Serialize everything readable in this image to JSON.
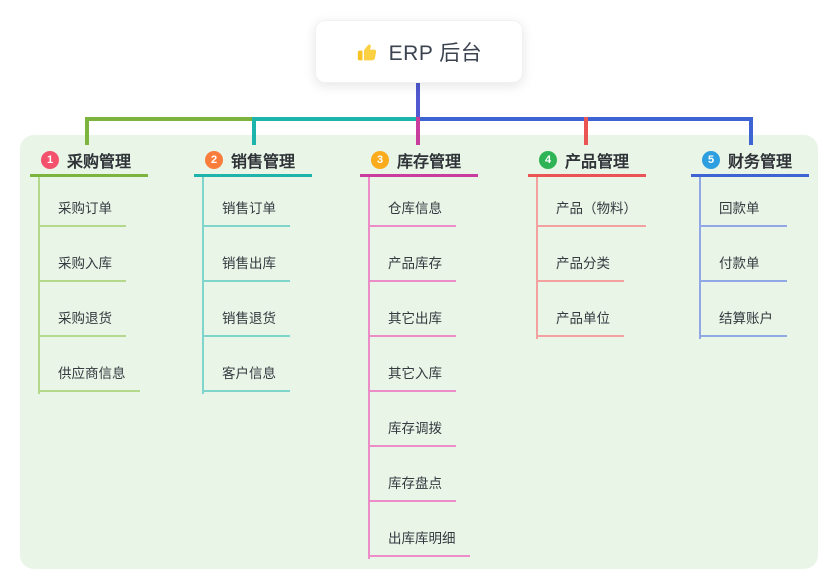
{
  "root": {
    "label": "ERP 后台",
    "icon": "thumbs-up-icon"
  },
  "branches": [
    {
      "num": "1",
      "label": "采购管理",
      "badge_color": "#f4516c",
      "line_color": "#7db43e",
      "line_light": "#b5d98c",
      "children": [
        "采购订单",
        "采购入库",
        "采购退货",
        "供应商信息"
      ]
    },
    {
      "num": "2",
      "label": "销售管理",
      "badge_color": "#fb7d3d",
      "line_color": "#1db5ab",
      "line_light": "#7fd4cc",
      "children": [
        "销售订单",
        "销售出库",
        "销售退货",
        "客户信息"
      ]
    },
    {
      "num": "3",
      "label": "库存管理",
      "badge_color": "#fbab1c",
      "line_color": "#c93d9e",
      "line_light": "#ec8cc9",
      "children": [
        "仓库信息",
        "产品库存",
        "其它出库",
        "其它入库",
        "库存调拨",
        "库存盘点",
        "出库库明细"
      ]
    },
    {
      "num": "4",
      "label": "产品管理",
      "badge_color": "#2eb454",
      "line_color": "#ea5455",
      "line_light": "#f3a0a0",
      "children": [
        "产品（物料）",
        "产品分类",
        "产品单位"
      ]
    },
    {
      "num": "5",
      "label": "财务管理",
      "badge_color": "#2d9fe0",
      "line_color": "#3e63d2",
      "line_light": "#92a7e6",
      "children": [
        "回款单",
        "付款单",
        "结算账户"
      ]
    }
  ],
  "colors": {
    "panel_bg": "#e9f5e7",
    "root_connector": "#5059d0",
    "canvas_bg": "#ffffff"
  }
}
